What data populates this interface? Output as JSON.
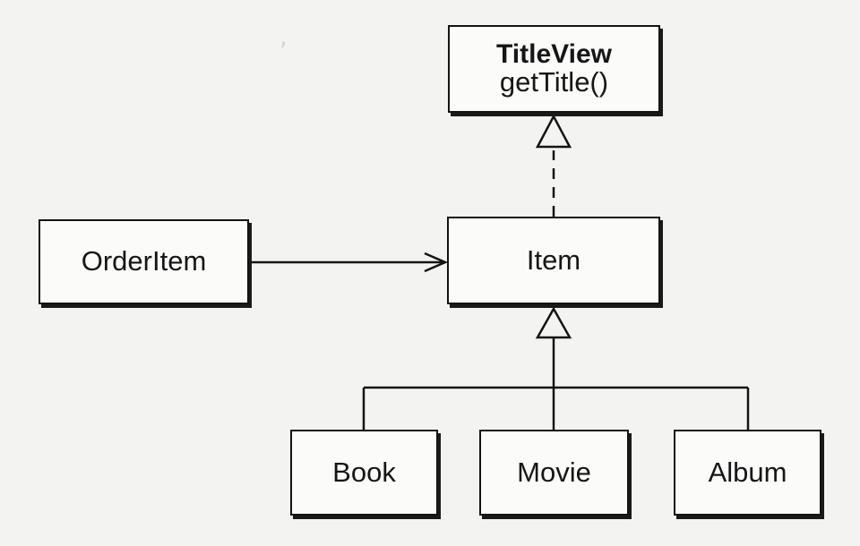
{
  "diagram": {
    "interface": {
      "name": "TitleView",
      "method": "getTitle()"
    },
    "classes": {
      "order_item": "OrderItem",
      "item": "Item",
      "book": "Book",
      "movie": "Movie",
      "album": "Album"
    },
    "relations": [
      {
        "from": "Item",
        "to": "TitleView",
        "kind": "realization"
      },
      {
        "from": "OrderItem",
        "to": "Item",
        "kind": "association"
      },
      {
        "from": "Book",
        "to": "Item",
        "kind": "generalization"
      },
      {
        "from": "Movie",
        "to": "Item",
        "kind": "generalization"
      },
      {
        "from": "Album",
        "to": "Item",
        "kind": "generalization"
      }
    ]
  },
  "colors": {
    "line": "#141414",
    "box_fill": "#fbfbfa",
    "background": "#f3f3f1"
  }
}
